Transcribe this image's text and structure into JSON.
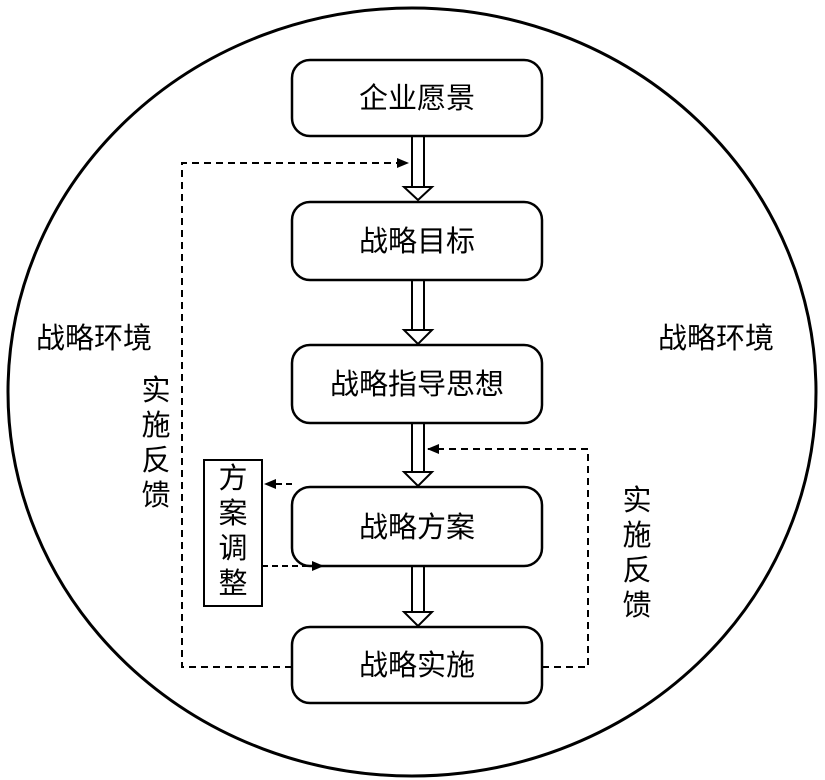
{
  "diagram": {
    "nodes": {
      "vision": "企业愿景",
      "goal": "战略目标",
      "guiding": "战略指导思想",
      "plan": "战略方案",
      "implement": "战略实施"
    },
    "environment_left": "战略环境",
    "environment_right": "战略环境",
    "feedback_left": [
      "实",
      "施",
      "反",
      "馈"
    ],
    "feedback_right": [
      "实",
      "施",
      "反",
      "馈"
    ],
    "adjust": [
      "方",
      "案",
      "调",
      "整"
    ]
  }
}
